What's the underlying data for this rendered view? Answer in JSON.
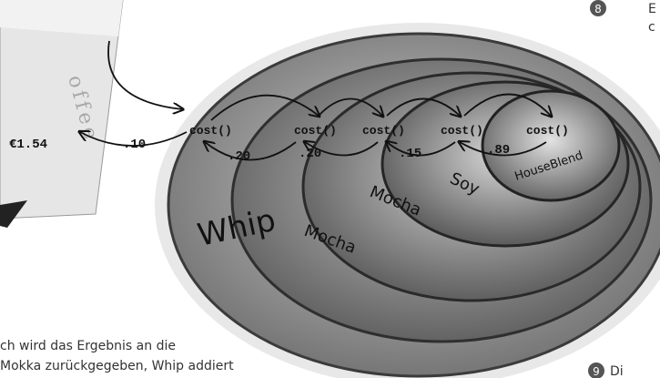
{
  "labels": {
    "price": "€1.54",
    "step_number": "8",
    "step_number2": "9",
    "step_text_top": "E",
    "step_text_top2": "c",
    "bottom_caption": "ch wird das Ergebnis an die",
    "bottom_caption2": "Mokka zurückgegeben, Whip addiert",
    "bottom_right_fragment": "Di"
  },
  "layers": [
    {
      "name": "Whip",
      "value": ".10"
    },
    {
      "name": "Mocha",
      "value": ".20"
    },
    {
      "name": "Mocha",
      "value": ".20"
    },
    {
      "name": "Soy",
      "value": ".15"
    },
    {
      "name": "HouseBlend",
      "value": ".89"
    }
  ],
  "method_label": "cost()",
  "cup_text": "offee"
}
